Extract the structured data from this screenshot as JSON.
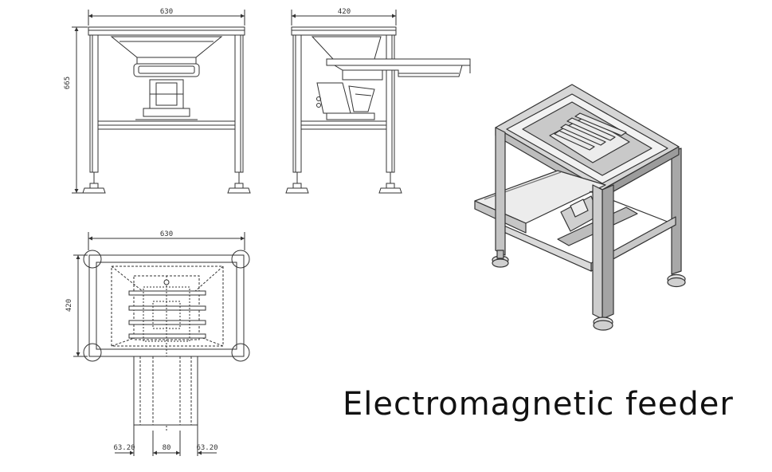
{
  "title": "Electromagnetic  feeder",
  "dimensions": {
    "front_width": "630",
    "front_height": "665",
    "side_depth": "420",
    "top_width": "630",
    "top_depth": "420",
    "chute_left": "63.20",
    "chute_center": "80",
    "chute_right": "63.20"
  },
  "colors": {
    "line": "#333333",
    "frame_side": "#bdbdbd",
    "frame_top": "#e2e2e2",
    "frame_dark": "#8a8a8a"
  }
}
